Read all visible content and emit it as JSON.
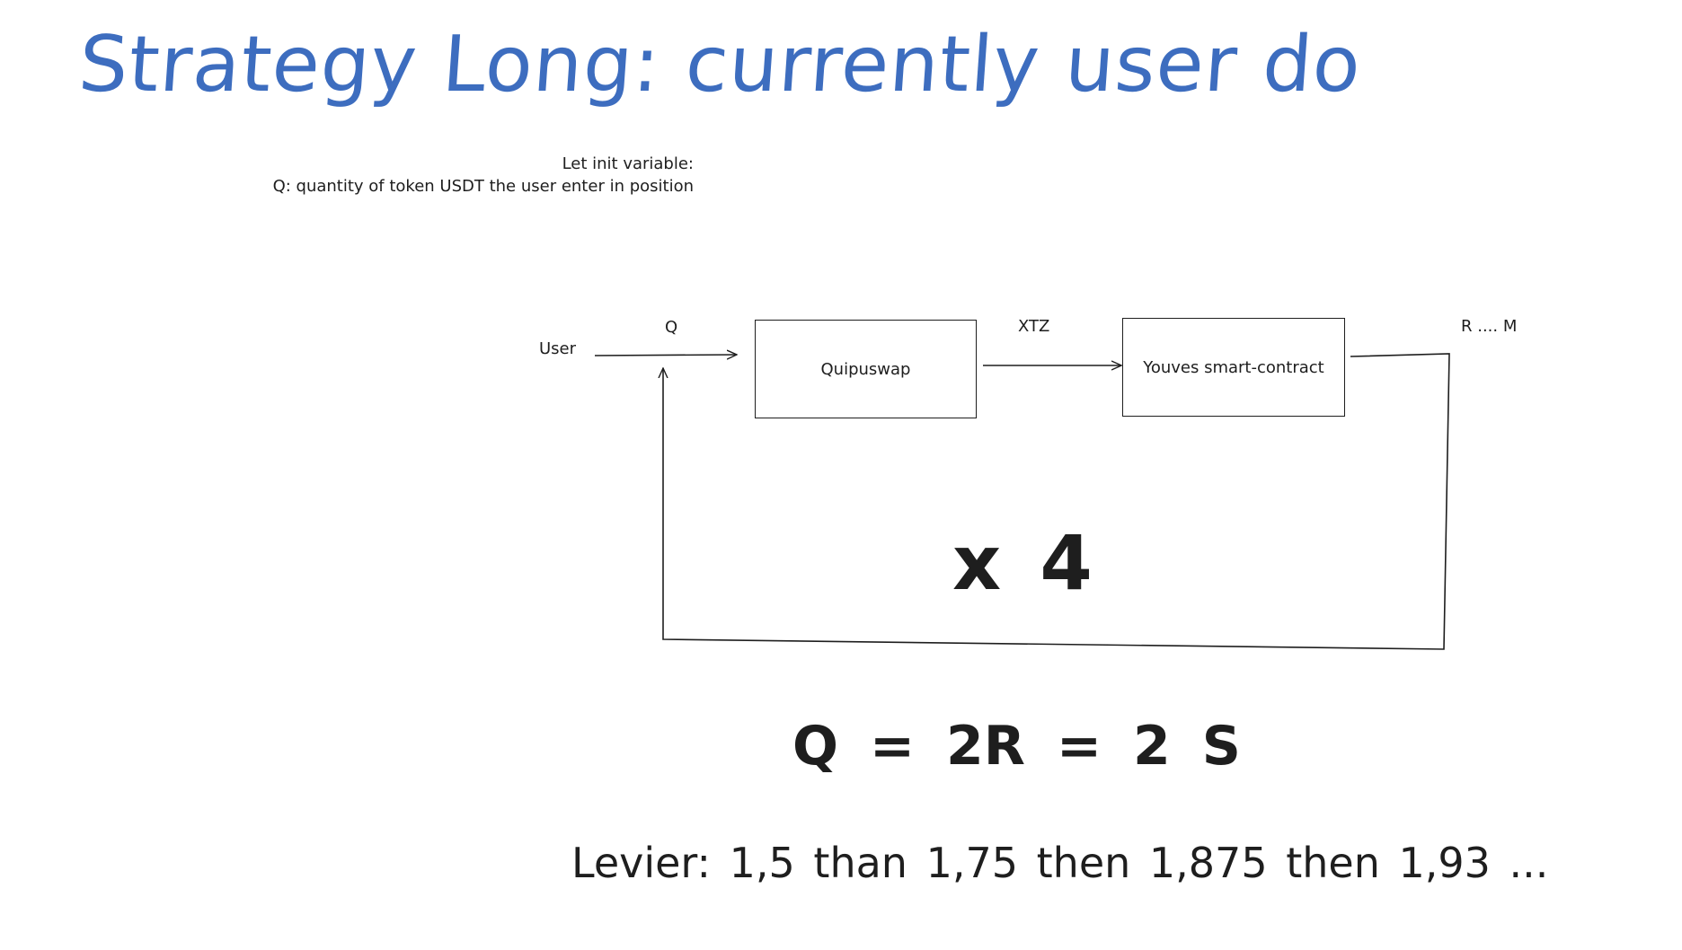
{
  "title": "Strategy Long: currently user do",
  "note": {
    "line1": "Let init variable:",
    "line2": "Q: quantity of token USDT the user enter in position"
  },
  "diagram": {
    "user_label": "User",
    "q_label": "Q",
    "xtz_label": "XTZ",
    "rm_label": "R .... M",
    "box_quipuswap": "Quipuswap",
    "box_youves": "Youves smart-contract",
    "loop_label": "x 4"
  },
  "equation": "Q = 2R = 2 S",
  "levier": "Levier: 1,5 than 1,75 then 1,875 then 1,93 ...",
  "colors": {
    "title": "#3d6dbf",
    "ink": "#1e1e1e",
    "background": "#ffffff"
  }
}
